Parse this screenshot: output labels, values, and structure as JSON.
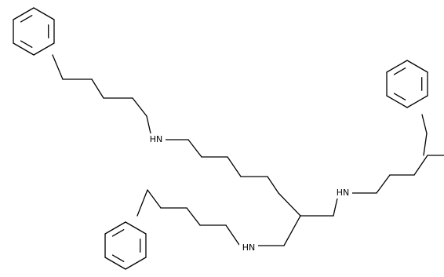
{
  "structure": {
    "atom_labels": [
      {
        "id": "n1",
        "text": "HN"
      },
      {
        "id": "n2",
        "text": "HN"
      },
      {
        "id": "n3",
        "text": "HN"
      }
    ]
  }
}
